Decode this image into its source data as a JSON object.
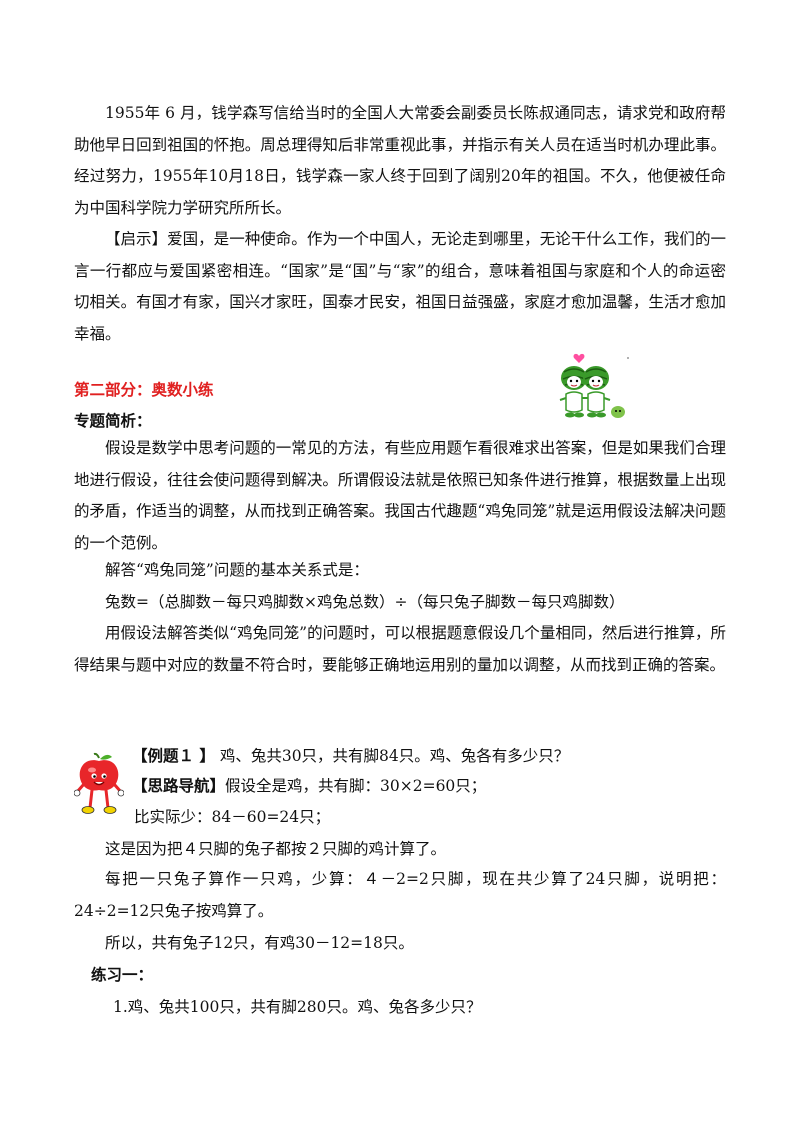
{
  "part1": {
    "story_paragraph": "1955年 6 月，钱学森写信给当时的全国人大常委会副委员长陈叔通同志，请求党和政府帮助他早日回到祖国的怀抱。周总理得知后非常重视此事，并指示有关人员在适当时机办理此事。经过努力，1955年10月18日，钱学森一家人终于回到了阔别20年的祖国。不久，他便被任命为中国科学院力学研究所所长。",
    "enlighten_label": "【启示】",
    "enlighten_text": "爱国，是一种使命。作为一个中国人，无论走到哪里，无论干什么工作，我们的一言一行都应与爱国紧密相连。“国家”是“国”与“家”的组合，意味着祖国与家庭和个人的命运密切相关。有国才有家，国兴才家旺，国泰才民安，祖国日益强盛，家庭才愈加温馨，生活才愈加幸福。"
  },
  "part2": {
    "heading": "第二部分：奥数小练",
    "intro_heading": "专题简析：",
    "intro_paragraph": "假设是数学中思考问题的一常见的方法，有些应用题乍看很难求出答案，但是如果我们合理地进行假设，往往会使问题得到解决。所谓假设法就是依照已知条件进行推算，根据数量上出现的矛盾，作适当的调整，从而找到正确答案。我国古代趣题“鸡兔同笼”就是运用假设法解决问题的一个范例。",
    "relation_intro": "解答“鸡兔同笼”问题的基本关系式是：",
    "formula": "兔数=（总脚数－每只鸡脚数×鸡兔总数）÷（每只兔子脚数－每只鸡脚数）",
    "method_paragraph": "用假设法解答类似“鸡兔同笼”的问题时，可以根据题意假设几个量相同，然后进行推算，所得结果与题中对应的数量不符合时，要能够正确地运用别的量加以调整，从而找到正确的答案。"
  },
  "example1": {
    "label": "【例题１ 】",
    "question": " 鸡、兔共30只，共有脚84只。鸡、兔各有多少只？",
    "guide_label": "【思路导航】",
    "guide_text": "假设全是鸡，共有脚：30×2=60只；",
    "step1": "比实际少：84－60=24只；",
    "step2": "这是因为把４只脚的兔子都按２只脚的鸡计算了。",
    "step3": "每把一只兔子算作一只鸡，少算：４－2=2只脚，现在共少算了24只脚，说明把：24÷2=12只兔子按鸡算了。",
    "step4": "所以，共有兔子12只，有鸡30－12=18只。"
  },
  "practice1": {
    "heading": "练习一：",
    "q1": "1.鸡、兔共100只，共有脚280只。鸡、兔各多少只？"
  },
  "colors": {
    "red_heading": "#e02020",
    "melon_green": "#3a9a2a",
    "apple_red": "#e8262a"
  },
  "icons": [
    "watermelon-kids-icon",
    "apple-mascot-icon"
  ]
}
